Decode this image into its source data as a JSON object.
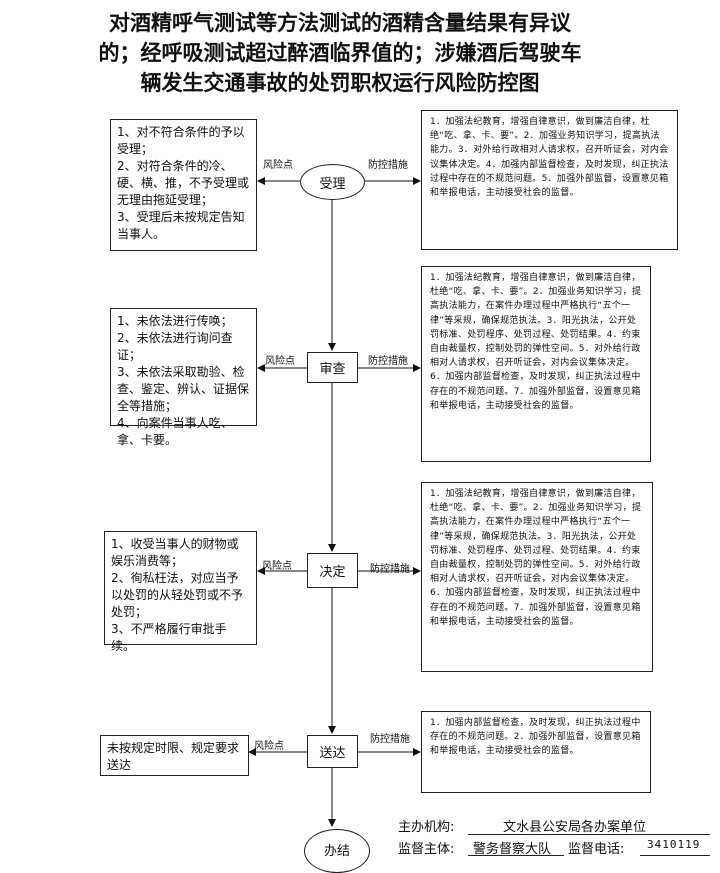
{
  "title": {
    "line1": "对酒精呼气测试等方法测试的酒精含量结果有异议",
    "line2": "的；经呼吸测试超过醉酒临界值的；涉嫌酒后驾驶车",
    "line3": "辆发生交通事故的处罚职权运行风险防控图"
  },
  "labels": {
    "risk": "风险点",
    "control": "防控措施"
  },
  "steps": [
    {
      "name": "受理",
      "risks": "1、对不符合条件的予以受理；\n2、对符合条件的冷、硬、横、推，不予受理或无理由拖延受理；\n3、受理后未按规定告知当事人。",
      "measures": "1．加强法纪教育，增强自律意识，做到廉洁自律，杜绝“吃、拿、卡、要”。2．加强业务知识学习，提高执法能力。3．对外给行政相对人请求权，召开听证会，对内会议集体决定。4．加强内部监督检查，及时发现，纠正执法过程中存在的不规范问题。5．加强外部监督，设置意见箱和举报电话，主动接受社会的监督。"
    },
    {
      "name": "审查",
      "risks": "1、未依法进行传唤；\n2、未依法进行询问查证；\n3、未依法采取勘验、检查、鉴定、辨认、证据保全等措施；\n4、向案件当事人吃、拿、卡要。",
      "measures": "1．加强法纪教育，增强自律意识，做到廉洁自律，杜绝“吃、拿、卡、要”。2．加强业务知识学习，提高执法能力，在案件办理过程中严格执行“五个一律”等采规，确保规范执法。3．阳光执法，公开处罚标准、处罚程序、处罚过程、处罚结果。4．约束自由裁量权，控制处罚的弹性空间。5．对外给行政相对人请求权，召开听证会，对内会议集体决定。6．加强内部监督检查，及时发现，纠正执法过程中存在的不规范问题。7．加强外部监督，设置意见箱和举报电话，主动接受社会的监督。"
    },
    {
      "name": "决定",
      "risks": "1、收受当事人的财物或娱乐消费等；\n2、徇私枉法，对应当予以处罚的从轻处罚或不予处罚；\n3、不严格履行审批手续。",
      "measures": "1．加强法纪教育，增强自律意识，做到廉洁自律，杜绝“吃、拿、卡、要”。2．加强业务知识学习，提高执法能力，在案件办理过程中严格执行“五个一律”等采规，确保规范执法。3．阳光执法，公开处罚标准、处罚程序、处罚过程、处罚结果。4．约束自由裁量权，控制处罚的弹性空间。5．对外给行政相对人请求权，召开听证会，对内会议集体决定。6．加强内部监督检查，及时发现，纠正执法过程中存在的不规范问题。7．加强外部监督，设置意见箱和举报电话，主动接受社会的监督。"
    },
    {
      "name": "送达",
      "risks": "未按规定时限、规定要求送达",
      "measures": "1．加强内部监督检查，及时发现，纠正执法过程中存在的不规范问题。2．加强外部监督，设置意见箱和举报电话，主动接受社会的监督。"
    }
  ],
  "end_node": "办结",
  "footer": {
    "org_label": "主办机构:",
    "org_value": "文水县公安局各办案单位",
    "sup_label": "监督主体:",
    "sup_value": "警务督察大队",
    "tel_label": "监督电话:",
    "tel_value": "3410119"
  }
}
